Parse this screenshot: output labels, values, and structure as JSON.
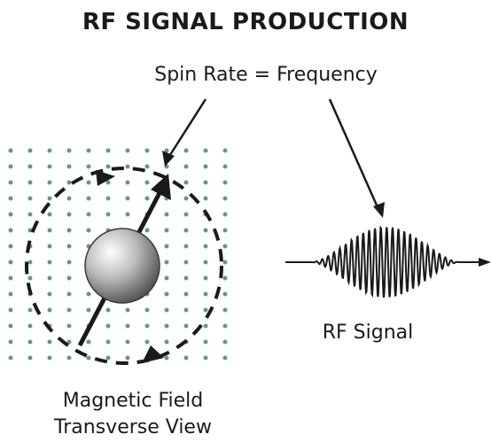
{
  "title": "RF SIGNAL PRODUCTION",
  "spin_label": "Spin Rate = Frequency",
  "rf_signal_label": "RF Signal",
  "magnetic_label_line1": "Magnetic Field",
  "magnetic_label_line2": "Transverse View",
  "colors": {
    "dots": "#5f9a88",
    "ink": "#1a1a1a",
    "sphere_light": "#ffffff",
    "sphere_dark": "#5a5a5a"
  },
  "icons": [
    "dot-grid",
    "spin-sphere",
    "spin-vector-arrow",
    "dashed-rotation-circle",
    "rf-wave-packet"
  ]
}
